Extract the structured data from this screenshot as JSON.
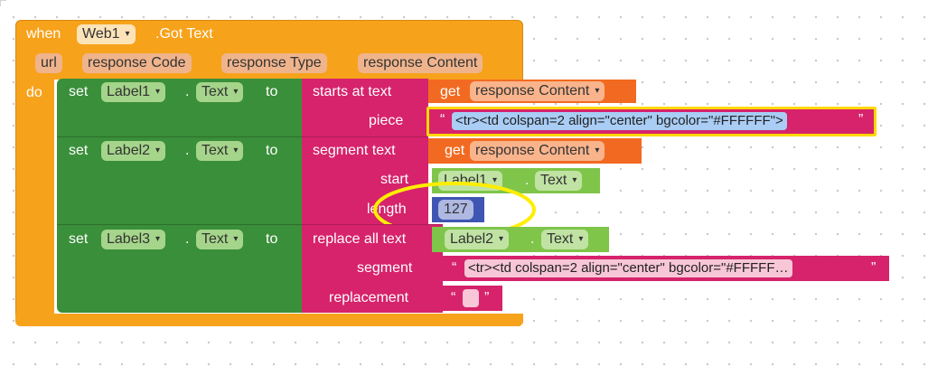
{
  "event": {
    "when_label": "when",
    "component": "Web1",
    "event_name": ".Got Text",
    "do_label": "do",
    "params": [
      "url",
      "response Code",
      "response Type",
      "response Content"
    ]
  },
  "stmt1": {
    "set_label": "set",
    "component": "Label1",
    "dot": ".",
    "property": "Text",
    "to_label": "to",
    "fn": "starts at  text",
    "piece_label": "piece",
    "get_label": "get",
    "get_var": "response Content",
    "piece_value": "<tr><td colspan=2 align=\"center\" bgcolor=\"#FFFFFF\">"
  },
  "stmt2": {
    "set_label": "set",
    "component": "Label2",
    "dot": ".",
    "property": "Text",
    "to_label": "to",
    "fn": "segment  text",
    "start_label": "start",
    "length_label": "length",
    "get_label": "get",
    "get_var": "response Content",
    "start_component": "Label1",
    "start_property": "Text",
    "length_value": "127"
  },
  "stmt3": {
    "set_label": "set",
    "component": "Label3",
    "dot": ".",
    "property": "Text",
    "to_label": "to",
    "fn": "replace all  text",
    "segment_label": "segment",
    "replacement_label": "replacement",
    "text_component": "Label2",
    "text_property": "Text",
    "segment_value": "<tr><td colspan=2 align=\"center\" bgcolor=\"#FFFFF…",
    "replacement_value": ""
  },
  "quote_open": "“",
  "quote_close": "”",
  "dropdown_arrow": "▾",
  "colors": {
    "event_orange": "#f7a21b",
    "param_tan": "#f0b48c",
    "set_green": "#3a8f3a",
    "text_pink": "#d6236b",
    "get_red": "#f26a21",
    "label_lightgreen": "#7fc54a",
    "number_blue": "#3f55b3",
    "highlight_yellow": "#ffd800"
  }
}
